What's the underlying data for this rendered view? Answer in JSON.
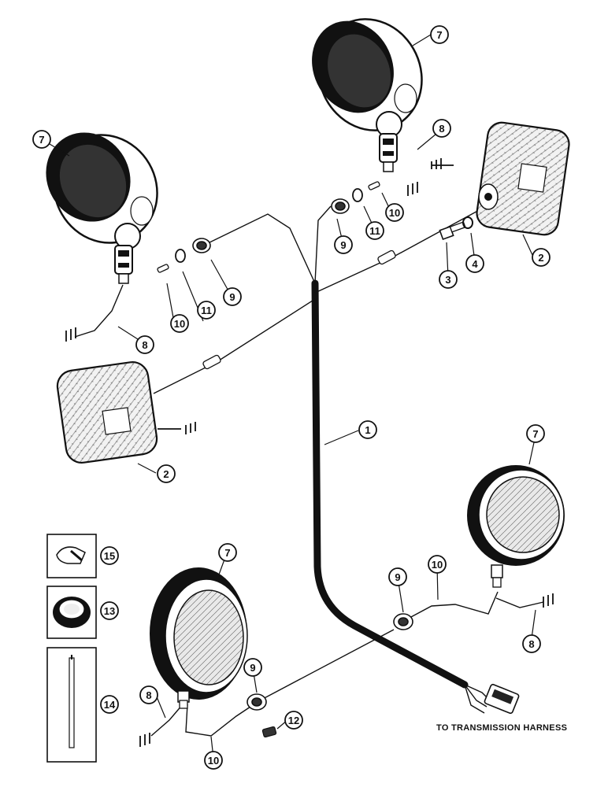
{
  "callouts": {
    "c1": "1",
    "c2a": "2",
    "c2b": "2",
    "c3": "3",
    "c4": "4",
    "c7a": "7",
    "c7b": "7",
    "c7c": "7",
    "c7d": "7",
    "c8a": "8",
    "c8b": "8",
    "c8c": "8",
    "c8d": "8",
    "c9a": "9",
    "c9b": "9",
    "c9c": "9",
    "c9d": "9",
    "c10a": "10",
    "c10b": "10",
    "c10c": "10",
    "c10d": "10",
    "c11a": "11",
    "c11b": "11",
    "c12": "12",
    "c13": "13",
    "c14": "14",
    "c15": "15"
  },
  "caption": "TO TRANSMISSION HARNESS"
}
